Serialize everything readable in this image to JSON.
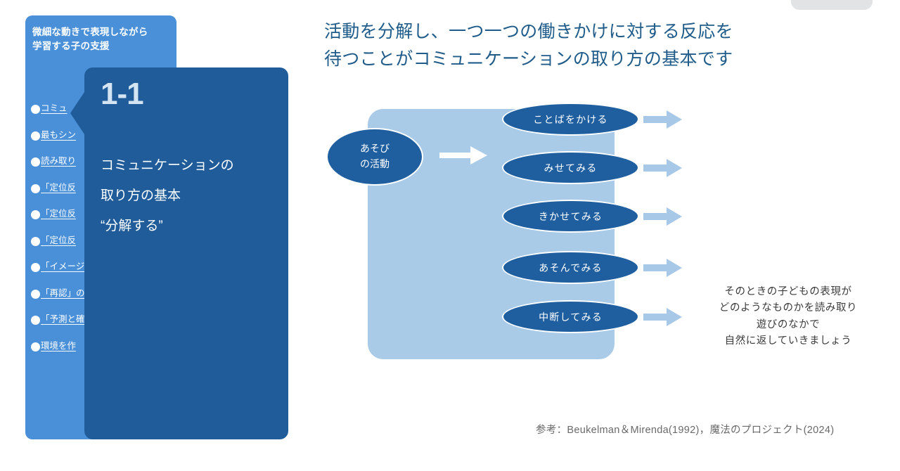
{
  "top_chip": {
    "label": ""
  },
  "sidebar": {
    "title": "微細な動きで表現しながら\n学習する子の支援",
    "items": [
      {
        "label": "●コミュ"
      },
      {
        "label": "●最もシン"
      },
      {
        "label": "●読み取り"
      },
      {
        "label": "●「定位反"
      },
      {
        "label": "●「定位反"
      },
      {
        "label": "●「定位反"
      },
      {
        "label": "●「イメージ"
      },
      {
        "label": "●「再認」の"
      },
      {
        "label": "●「予測と確"
      },
      {
        "label": "●環境を作"
      }
    ]
  },
  "callout": {
    "badge": "1-1",
    "lines": [
      "コミュニケーションの",
      "取り方の基本",
      "“分解する”"
    ]
  },
  "headline": {
    "line1": "活動を分解し、一つ一つの働きかけに対する反応を",
    "line2": "待つことがコミュニケーションの取り方の基本です"
  },
  "diagram": {
    "source": {
      "line1": "あそび",
      "line2": "の活動"
    },
    "flow_arrow_icon": "right-arrow-icon",
    "actions": [
      {
        "label": "ことばをかける",
        "arrow_icon": "right-arrow-icon"
      },
      {
        "label": "みせてみる",
        "arrow_icon": "right-arrow-icon"
      },
      {
        "label": "きかせてみる",
        "arrow_icon": "right-arrow-icon"
      },
      {
        "label": "あそんでみる",
        "arrow_icon": "right-arrow-icon"
      },
      {
        "label": "中断してみる",
        "arrow_icon": "right-arrow-icon"
      }
    ],
    "note": [
      "そのときの子どもの表現が",
      "どのようなものかを読み取り",
      "遊びのなかで",
      "自然に返していきましょう"
    ]
  },
  "footer": {
    "reference": "参考：Beukelman＆Mirenda(1992)，魔法のプロジェクト(2024)"
  },
  "colors": {
    "sidebar_bg": "#4A90D9",
    "callout_bg": "#1F5C99",
    "panel_bg": "#A9CBE8",
    "node_fill": "#1F5FA0",
    "arrow_fill": "#A8C8E8",
    "headline_text": "#205C8A"
  }
}
